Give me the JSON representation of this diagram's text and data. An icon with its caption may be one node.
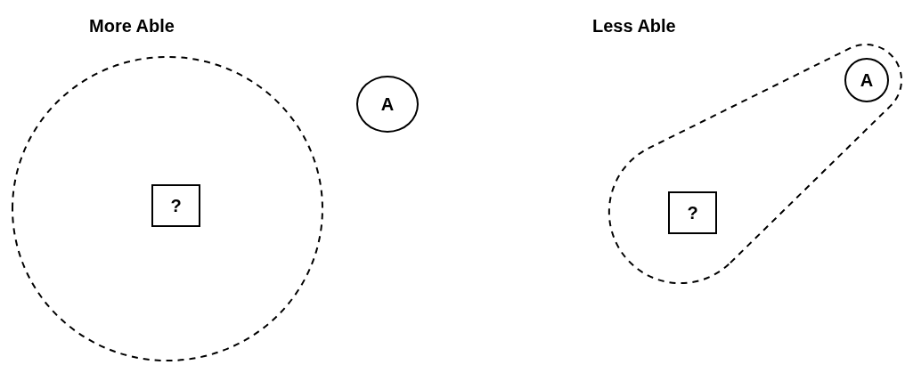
{
  "diagram": {
    "nodes": [
      {
        "text": [],
        "shape": "circle"
      },
      {
        "text": [
          "?"
        ],
        "in": 0
      },
      {
        "text": [
          "A"
        ]
      },
      {
        "text": [],
        "shape": "blob"
      },
      {
        "text": [
          "?"
        ],
        "in": 3
      },
      {
        "text": [
          "A"
        ],
        "in": 3
      }
    ],
    "labels": [
      "More Able",
      "Less Able"
    ]
  }
}
